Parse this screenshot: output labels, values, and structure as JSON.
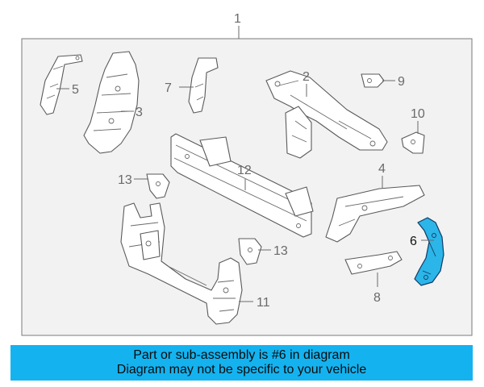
{
  "diagram": {
    "assembly_callout": "1",
    "highlighted_part": "6",
    "colors": {
      "highlight": "#2bb5e8",
      "banner": "#14b3f0",
      "frame": "#f2f2f2"
    },
    "parts": [
      {
        "id": "2",
        "label": "2"
      },
      {
        "id": "3",
        "label": "3"
      },
      {
        "id": "4",
        "label": "4"
      },
      {
        "id": "5",
        "label": "5"
      },
      {
        "id": "6",
        "label": "6"
      },
      {
        "id": "7",
        "label": "7"
      },
      {
        "id": "8",
        "label": "8"
      },
      {
        "id": "9",
        "label": "9"
      },
      {
        "id": "10",
        "label": "10"
      },
      {
        "id": "11",
        "label": "11"
      },
      {
        "id": "12",
        "label": "12"
      },
      {
        "id": "13a",
        "label": "13"
      },
      {
        "id": "13b",
        "label": "13"
      }
    ]
  },
  "banner": {
    "line1": "Part or sub-assembly is #6 in diagram",
    "line2": "Diagram may not be specific to your vehicle"
  }
}
